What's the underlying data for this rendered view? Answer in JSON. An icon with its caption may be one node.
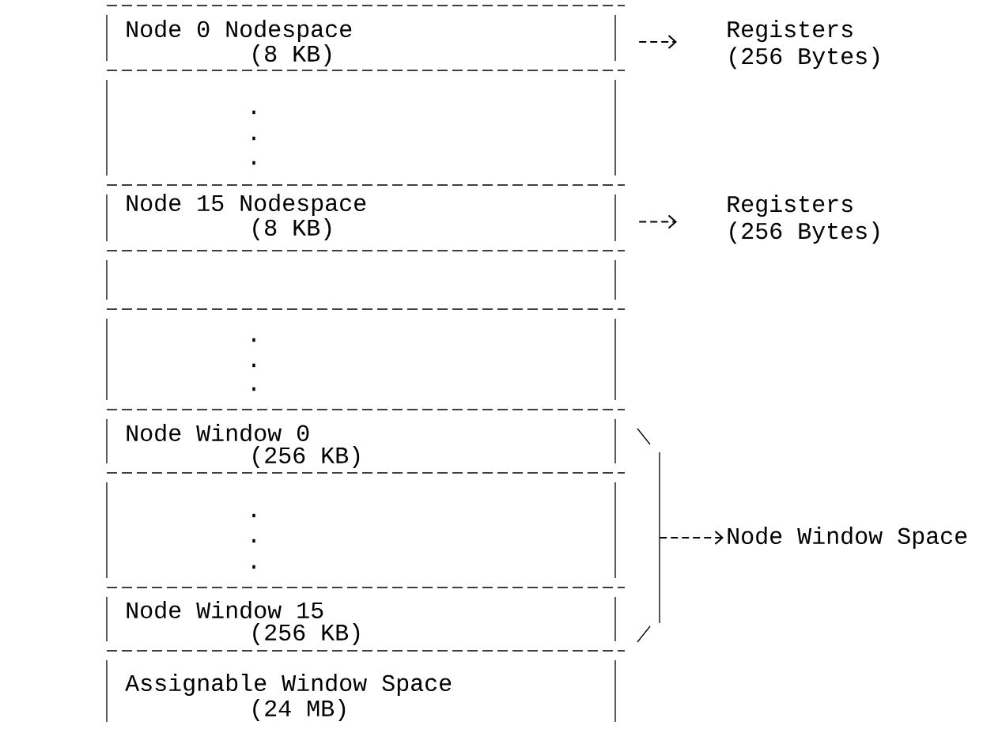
{
  "diagram": {
    "nodes": [
      {
        "text": [
          "Node 0 Nodespace",
          "(8 KB)"
        ]
      },
      {
        "text": [
          ".",
          ".",
          "."
        ]
      },
      {
        "text": [
          "Node 15 Nodespace",
          "(8 KB)"
        ]
      },
      {
        "text": [],
        "shape": "box"
      },
      {
        "text": [
          ".",
          ".",
          "."
        ]
      },
      {
        "text": [
          "Node Window 0",
          "(256 KB)"
        ]
      },
      {
        "text": [
          ".",
          ".",
          "."
        ]
      },
      {
        "text": [
          "Node Window 15",
          "(256 KB)"
        ]
      },
      {
        "text": [
          "Assignable Window Space",
          "(24 MB)"
        ]
      },
      {
        "text": [
          "Registers",
          "(256 Bytes)"
        ]
      },
      {
        "text": [
          "Registers",
          "(256 Bytes)"
        ]
      },
      {
        "text": [
          "Node Window Space"
        ]
      },
      {
        "text": [],
        "shape": "bracket"
      }
    ],
    "edges": [
      {
        "from": 0,
        "to": 9,
        "arrow": "to"
      },
      {
        "from": 2,
        "to": 10,
        "arrow": "to"
      },
      {
        "from": 12,
        "to": 11,
        "arrow": "to"
      }
    ]
  }
}
